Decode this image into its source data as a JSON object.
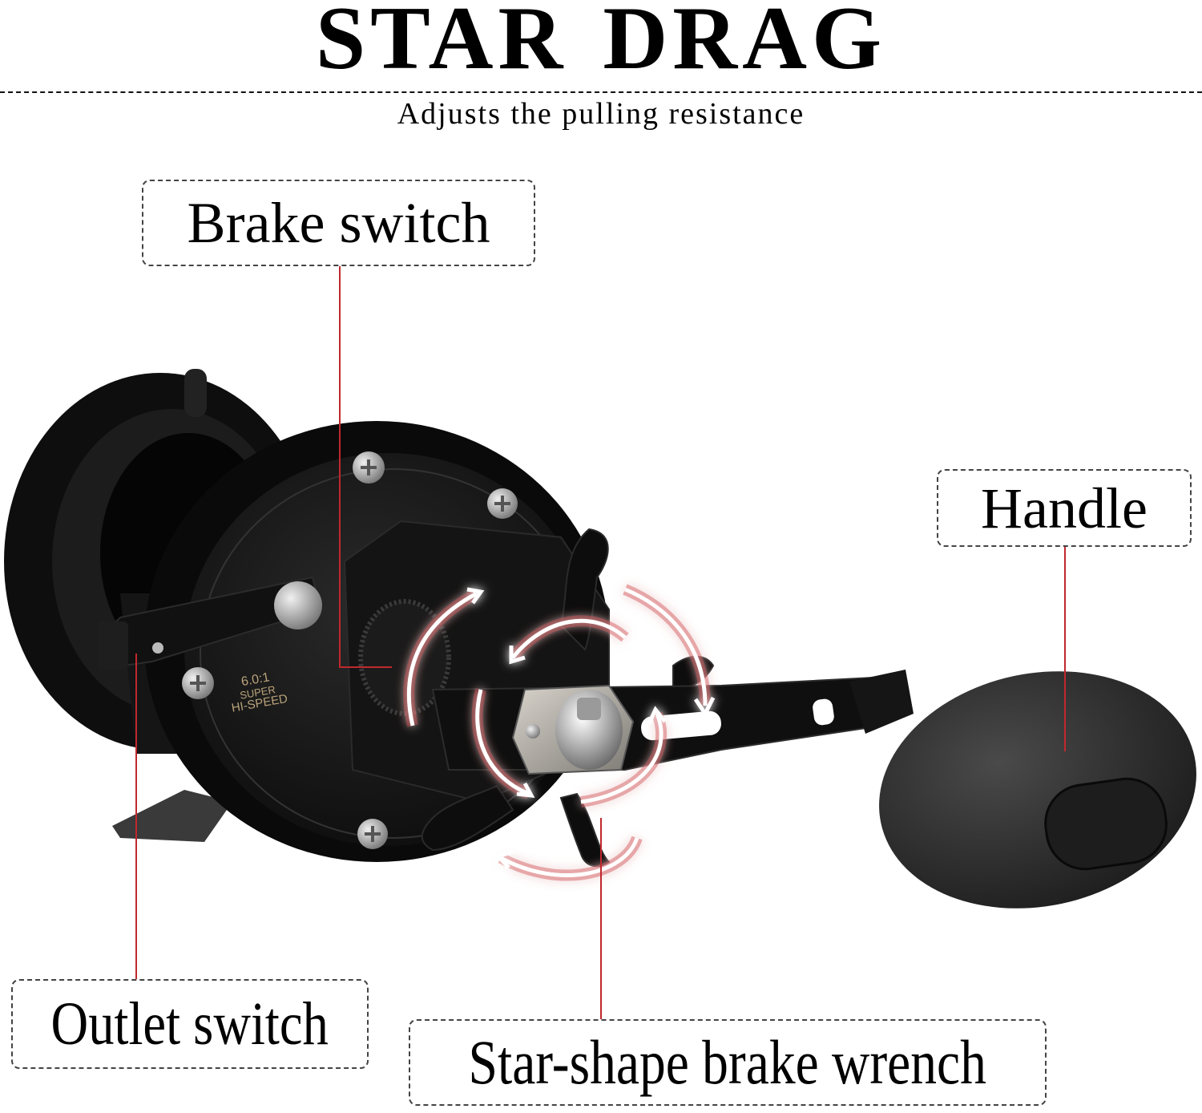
{
  "header": {
    "title_word1": "STAR",
    "title_word2": "DRAG",
    "subtitle": "Adjusts the pulling resistance"
  },
  "callouts": {
    "brake_switch": "Brake switch",
    "handle": "Handle",
    "outlet_switch": "Outlet switch",
    "star_brake_wrench": "Star-shape brake wrench"
  },
  "reel_markings": {
    "gear_ratio": "6.0:1",
    "line2": "SUPER",
    "line3": "HI-SPEED"
  },
  "colors": {
    "leader_line": "#c0282d",
    "arrow_glow": "#d0202a",
    "reel_body": "#141414",
    "marking_gold": "#b9a37a"
  }
}
